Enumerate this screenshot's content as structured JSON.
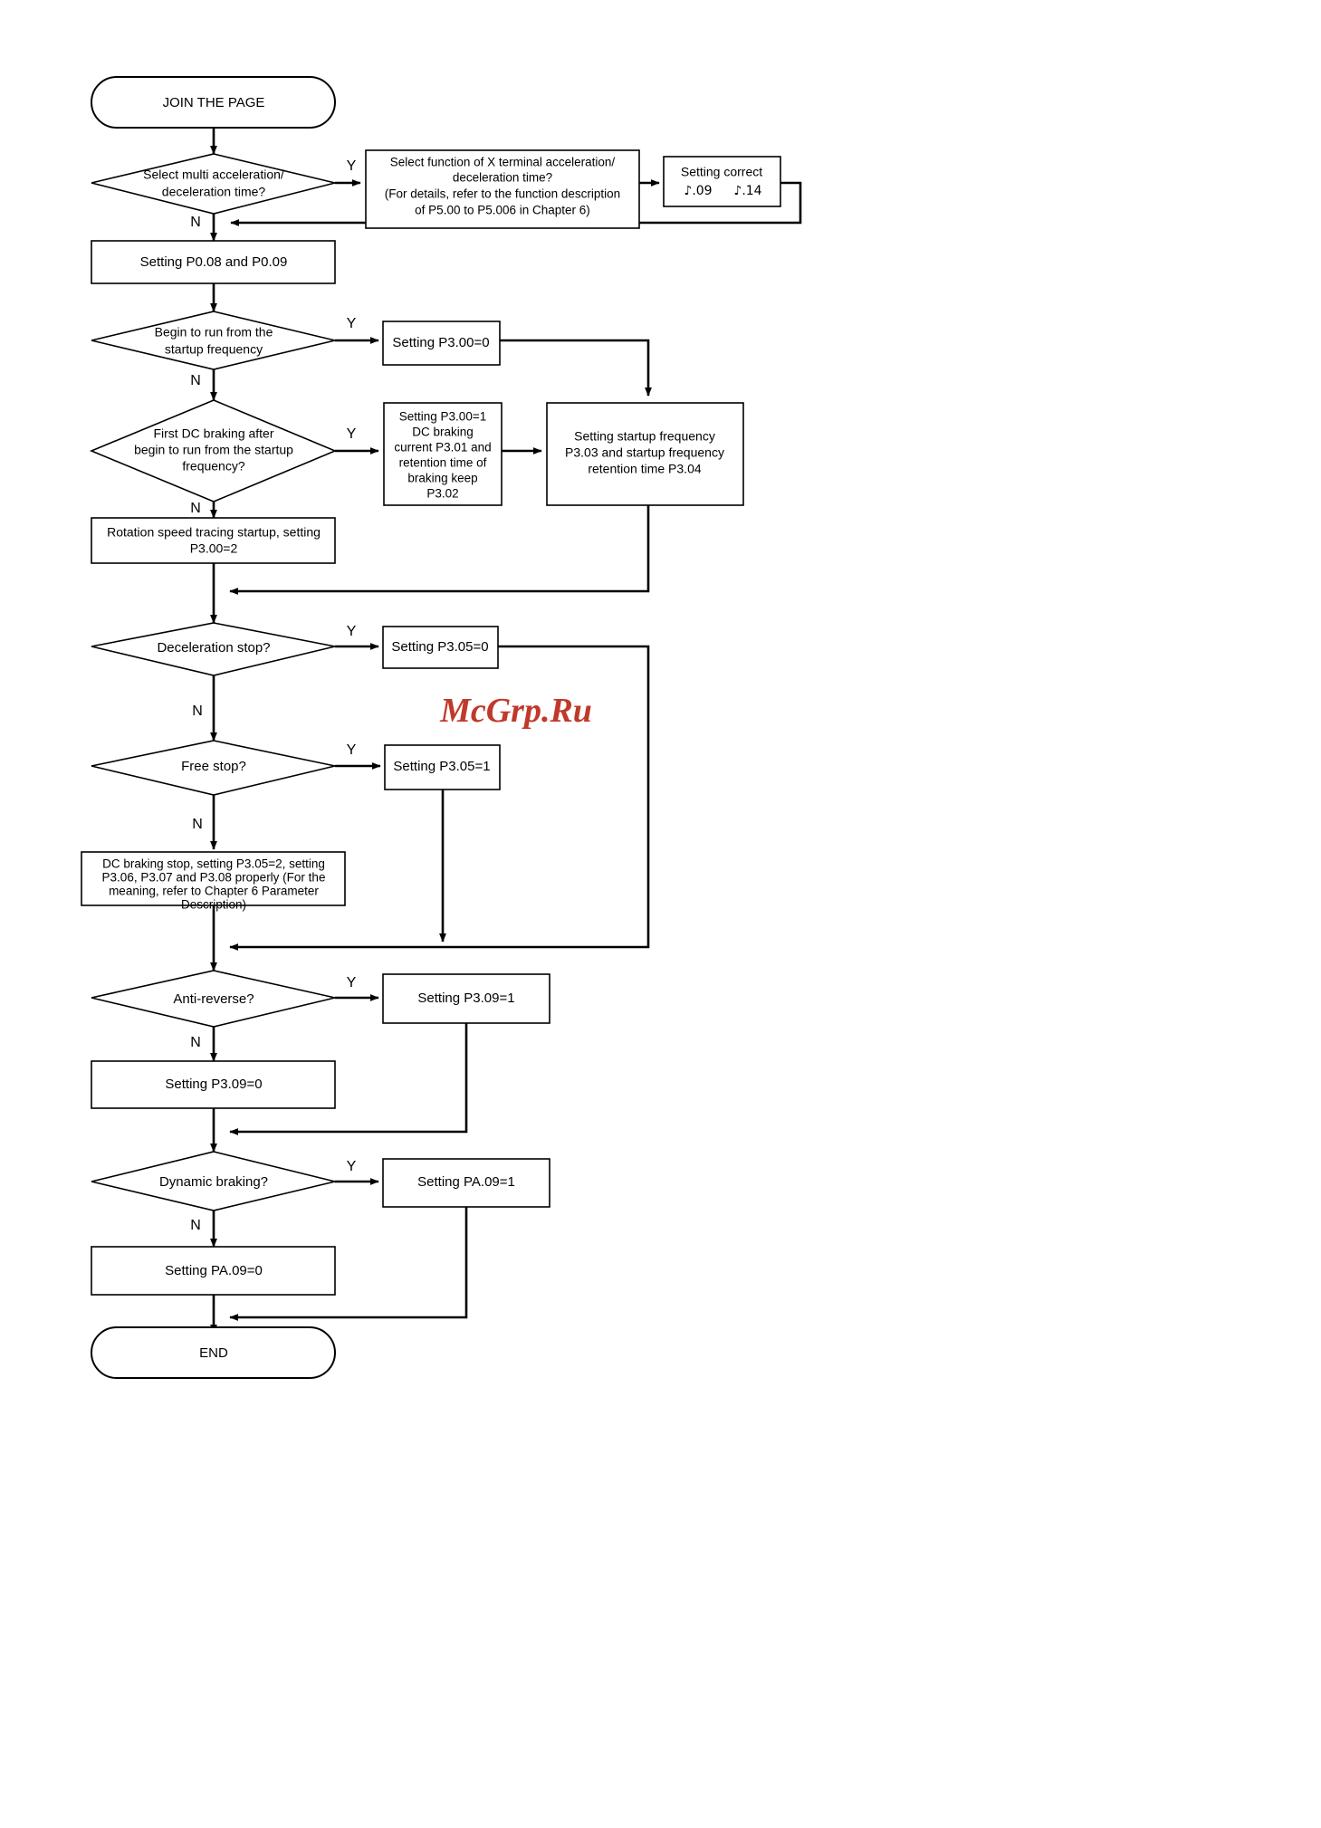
{
  "diagram": {
    "title": "Start/stop parameter setting flowchart",
    "type": "flowchart",
    "watermark": "McGrp.Ru",
    "branch_yes": "Y",
    "branch_no": "N",
    "nodes": {
      "join_page": {
        "label": "JOIN THE PAGE",
        "shape": "terminator"
      },
      "multi_accel": {
        "line1": "Select multi acceleration/",
        "line2": "deceleration time?",
        "shape": "decision"
      },
      "x_terminal": {
        "line1": "Select function of X terminal  acceleration/",
        "line2": "deceleration time?",
        "line3": "(For details, refer to the function description",
        "line4": "of P5.00 to P5.006 in Chapter 6)",
        "shape": "process"
      },
      "setting_correct": {
        "line1": "Setting correct",
        "line2": "♪.09",
        "line3": "♪.14",
        "shape": "process"
      },
      "p008_p009": {
        "label": "Setting P0.08 and P0.09",
        "shape": "process"
      },
      "begin_run": {
        "line1": "Begin to run from the",
        "line2": "startup frequency",
        "shape": "decision"
      },
      "p300_0": {
        "label": "Setting P3.00=0",
        "shape": "process"
      },
      "first_dc_braking": {
        "line1": "First DC braking after",
        "line2": "begin to run from the startup",
        "line3": "frequency?",
        "shape": "decision"
      },
      "p300_1": {
        "line1": "Setting P3.00=1",
        "line2": "DC braking",
        "line3": "current P3.01 and",
        "line4": "retention time of",
        "line5": "braking keep",
        "line6": "P3.02",
        "shape": "process"
      },
      "startup_freq": {
        "line1": "Setting startup frequency",
        "line2": "P3.03 and startup frequency",
        "line3": "retention time P3.04",
        "shape": "process"
      },
      "rotation_trace": {
        "line1": "Rotation speed tracing startup, setting",
        "line2": "P3.00=2",
        "shape": "process"
      },
      "decel_stop": {
        "label": "Deceleration stop?",
        "shape": "decision"
      },
      "p305_0": {
        "label": "Setting P3.05=0",
        "shape": "process"
      },
      "free_stop": {
        "label": "Free stop?",
        "shape": "decision"
      },
      "p305_1": {
        "label": "Setting P3.05=1",
        "shape": "process"
      },
      "dc_brake_stop": {
        "line1": "DC braking stop, setting P3.05=2, setting",
        "line2": "P3.06, P3.07 and P3.08 properly (For the",
        "line3": "meaning, refer to Chapter 6 Parameter",
        "line4": "Description)",
        "shape": "process"
      },
      "anti_reverse": {
        "label": "Anti-reverse?",
        "shape": "decision"
      },
      "p309_1": {
        "label": "Setting P3.09=1",
        "shape": "process"
      },
      "p309_0": {
        "label": "Setting P3.09=0",
        "shape": "process"
      },
      "dynamic_braking": {
        "label": "Dynamic braking?",
        "shape": "decision"
      },
      "pa09_1": {
        "label": "Setting PA.09=1",
        "shape": "process"
      },
      "pa09_0": {
        "label": "Setting PA.09=0",
        "shape": "process"
      },
      "end": {
        "label": "END",
        "shape": "terminator"
      }
    },
    "colors": {
      "stroke": "#000000",
      "fill": "#ffffff",
      "watermark": "#c0392b"
    }
  }
}
